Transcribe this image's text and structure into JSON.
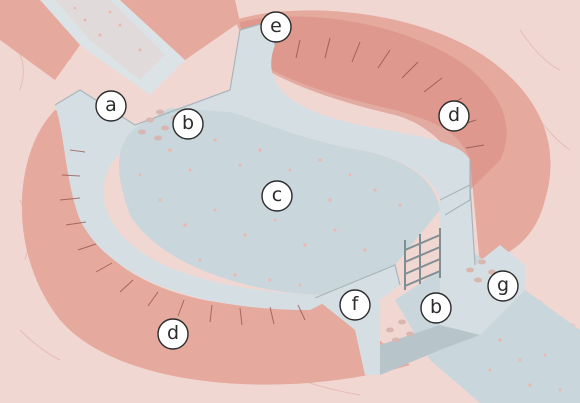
{
  "colors": {
    "terrain": "#f1d7d2",
    "embankment": "#e5a99e",
    "embankment_dark": "#d98e82",
    "water": "#c9d6dc",
    "concrete": "#d5dfe3",
    "concrete_edge": "#a8b6bc",
    "hachure": "#8a4a42",
    "speckle": "#eeb7ae"
  },
  "labels": [
    {
      "id": "a",
      "text": "a"
    },
    {
      "id": "b1",
      "text": "b"
    },
    {
      "id": "c",
      "text": "c"
    },
    {
      "id": "d1",
      "text": "d"
    },
    {
      "id": "d2",
      "text": "d"
    },
    {
      "id": "e",
      "text": "e"
    },
    {
      "id": "f",
      "text": "f"
    },
    {
      "id": "b2",
      "text": "b"
    },
    {
      "id": "g",
      "text": "g"
    }
  ]
}
